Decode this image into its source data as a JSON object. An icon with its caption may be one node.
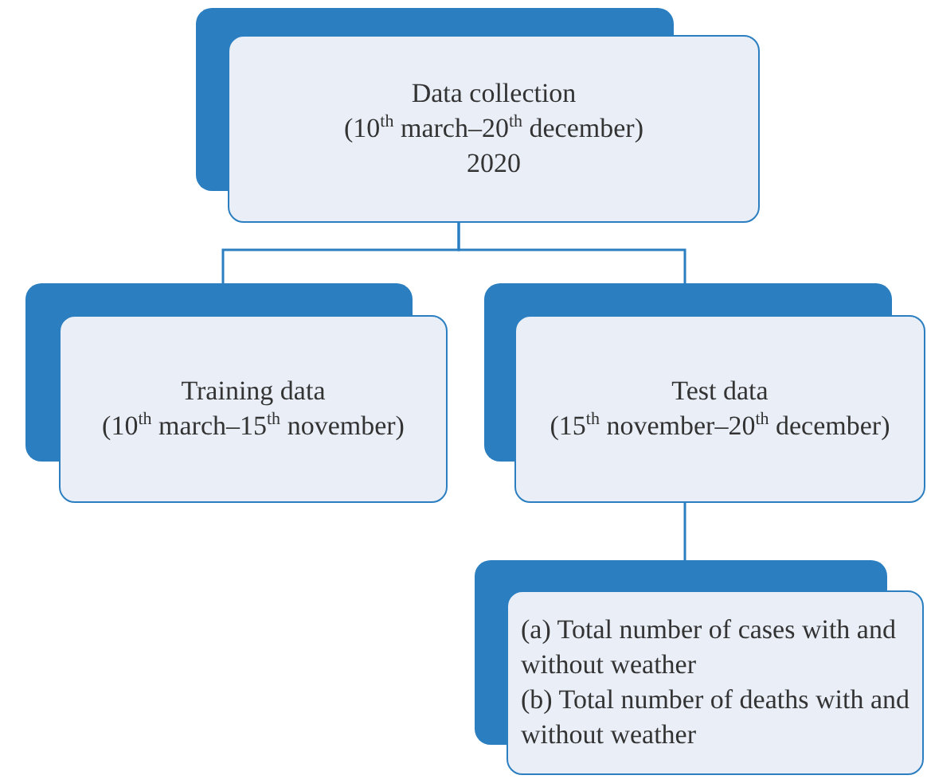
{
  "diagram": {
    "nodes": [
      {
        "text": [
          "Data collection",
          "(10$^{th}$ march–20$^{th}$ december)",
          "2020"
        ]
      },
      {
        "text": [
          "Training data",
          "(10$^{th}$ march–15$^{th}$ november)"
        ]
      },
      {
        "text": [
          "Test data",
          "(15$^{th}$ november–20$^{th}$ december)"
        ]
      },
      {
        "text": [
          "(a) Total number of cases with and without weather",
          "(b) Total number of deaths with and without weather"
        ]
      }
    ],
    "edges": [
      {
        "from": 0,
        "to": 1,
        "arrow": "none"
      },
      {
        "from": 0,
        "to": 2,
        "arrow": "none"
      },
      {
        "from": 2,
        "to": 3,
        "arrow": "none"
      }
    ]
  }
}
